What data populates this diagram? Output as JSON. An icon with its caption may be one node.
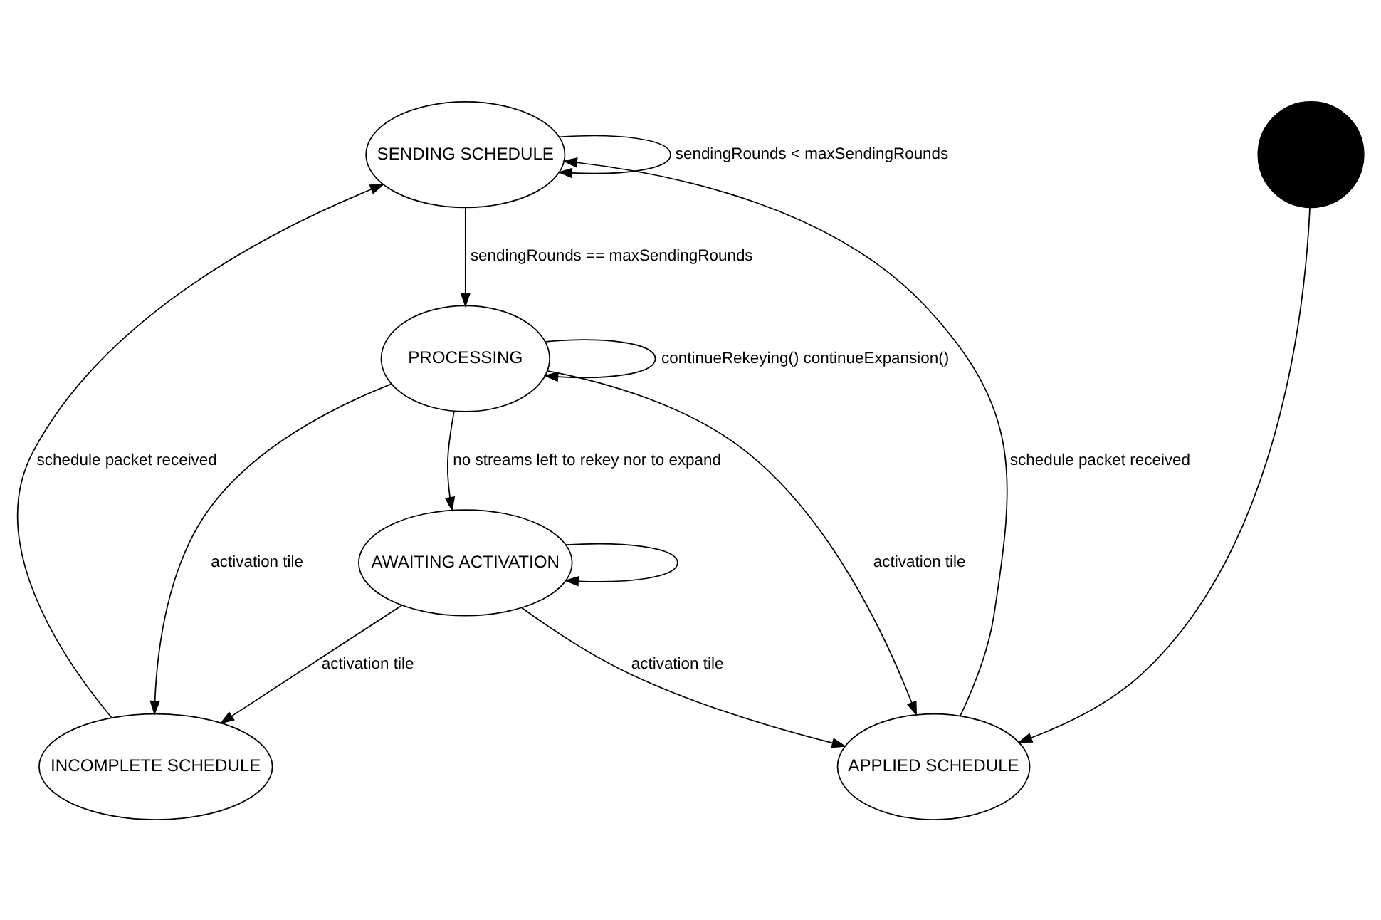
{
  "diagram": {
    "nodes": [
      {
        "text": [
          "SENDING SCHEDULE"
        ]
      },
      {
        "text": [
          "PROCESSING"
        ]
      },
      {
        "text": [
          "AWAITING ACTIVATION"
        ]
      },
      {
        "text": [],
        "shape": "circle"
      },
      {
        "text": [
          "APPLIED SCHEDULE"
        ]
      },
      {
        "text": [
          "INCOMPLETE SCHEDULE"
        ]
      }
    ],
    "edges": [
      {
        "from": 0,
        "to": 0,
        "arrow": "to",
        "label": "sendingRounds < maxSendingRounds"
      },
      {
        "from": 0,
        "to": 1,
        "arrow": "to",
        "label": "sendingRounds == maxSendingRounds"
      },
      {
        "from": 1,
        "to": 1,
        "arrow": "to",
        "label": "continueRekeying() continueExpansion()"
      },
      {
        "from": 1,
        "to": 2,
        "arrow": "to",
        "label": "no streams left to rekey nor to expand"
      },
      {
        "from": 2,
        "to": 2,
        "arrow": "to"
      },
      {
        "from": 3,
        "to": 4,
        "arrow": "to"
      },
      {
        "from": 4,
        "to": 0,
        "arrow": "to",
        "label": "schedule packet received"
      },
      {
        "from": 5,
        "to": 0,
        "arrow": "to",
        "label": "schedule packet received"
      },
      {
        "from": 1,
        "to": 4,
        "arrow": "to",
        "label": "activation tile"
      },
      {
        "from": 1,
        "to": 5,
        "arrow": "to",
        "label": "activation tile"
      },
      {
        "from": 2,
        "to": 4,
        "arrow": "to",
        "label": "activation tile"
      },
      {
        "from": 2,
        "to": 5,
        "arrow": "to",
        "label": "activation tile"
      }
    ]
  }
}
